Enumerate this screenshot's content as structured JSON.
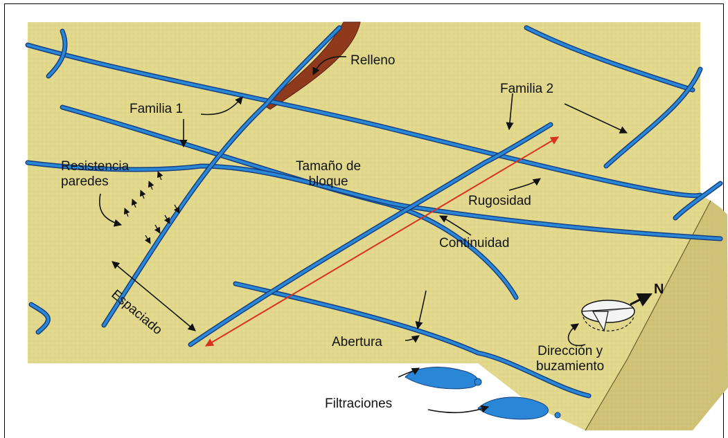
{
  "diagram": {
    "colors": {
      "rock_face": "#e2d88c",
      "rock_side": "#cfc277",
      "joint_water": "#2a86d6",
      "joint_edge": "#173f7c",
      "infill": "#8f3a1c",
      "arrow_red": "#d9321e",
      "pointer": "#111111"
    },
    "labels": {
      "relleno": "Relleno",
      "familia_1": "Familia 1",
      "familia_2": "Familia 2",
      "resistencia_paredes": "Resistencia\nparedes",
      "tamano_bloque": "Tamaño de\nbloque",
      "rugosidad": "Rugosidad",
      "continuidad": "Continuidad",
      "espaciado": "Espaciado",
      "abertura": "Abertura",
      "filtraciones": "Filtraciones",
      "direccion_buzamiento": "Dirección y\nbuzamiento",
      "norte": "N"
    },
    "icons": [
      "compass-icon",
      "north-arrow-icon"
    ]
  }
}
